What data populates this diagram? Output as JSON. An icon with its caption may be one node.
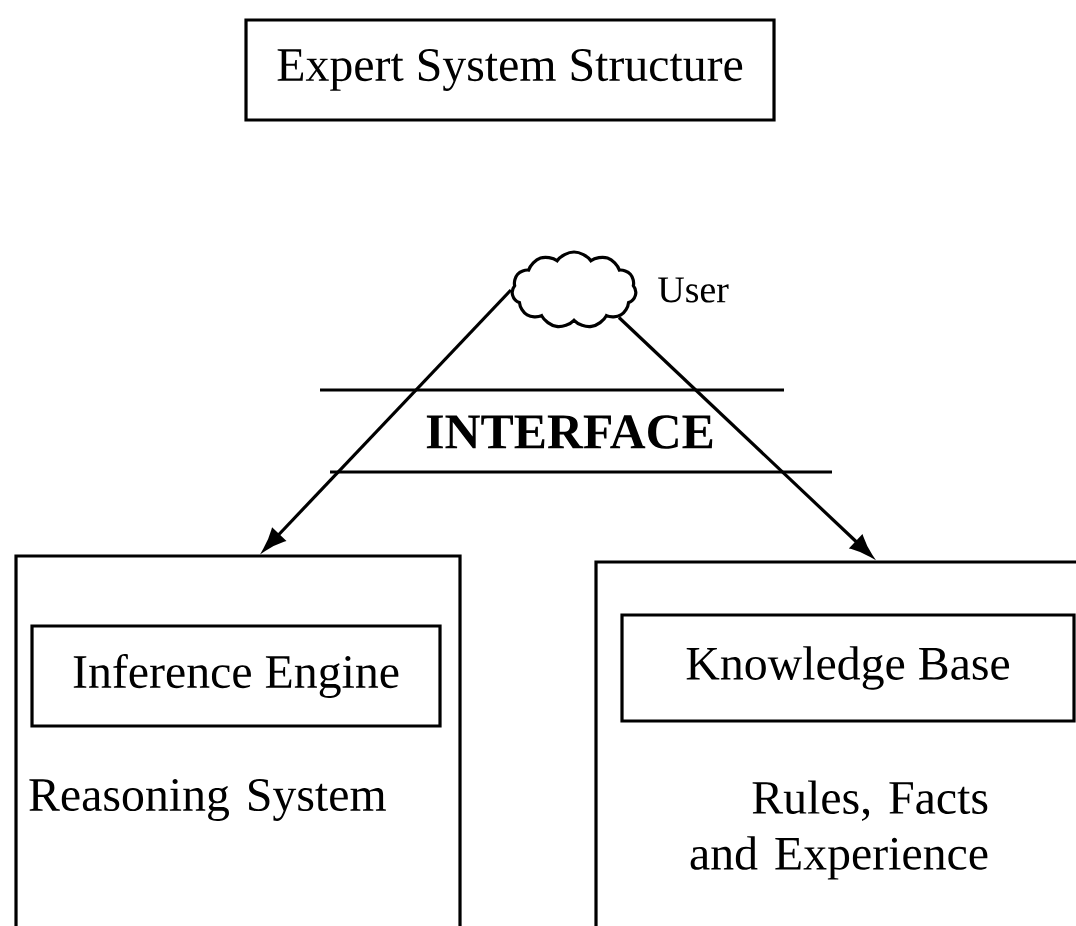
{
  "diagram": {
    "nodes": [
      {
        "text": [
          "Expert System Structure"
        ]
      },
      {
        "text": [],
        "shape": "cloud",
        "beside": [
          "User"
        ]
      },
      {
        "text": [
          "Reasoning System"
        ]
      },
      {
        "text": [
          "Inference Engine"
        ],
        "in": 2
      },
      {
        "text": [
          "Rules, Facts and Experience"
        ]
      },
      {
        "text": [
          "Knowledge Base"
        ],
        "in": 4
      }
    ],
    "edges": [
      {
        "from": 1,
        "to": 2,
        "arrow": "to"
      },
      {
        "from": 1,
        "to": 4,
        "arrow": "to"
      }
    ],
    "labels": [
      "INTERFACE"
    ]
  }
}
